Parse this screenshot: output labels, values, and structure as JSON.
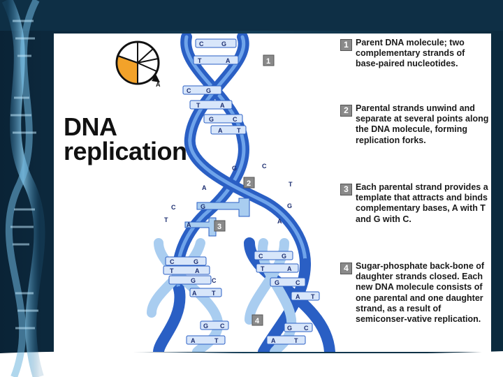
{
  "title_line1": "DNA",
  "title_line2": "replication",
  "steps": [
    {
      "num": "1",
      "text": "Parent DNA molecule; two complementary strands of base-paired nucleotides."
    },
    {
      "num": "2",
      "text": "Parental strands unwind and separate at several points along the DNA molecule, forming replication forks."
    },
    {
      "num": "3",
      "text": "Each parental strand provides a template that attracts and binds complementary bases, A with T and G with C."
    },
    {
      "num": "4",
      "text": "Sugar-phosphate back-bone of daughter strands closed. Each new DNA molecule consists of one parental and one daughter strand, as a result of semiconser-vative replication."
    }
  ],
  "base_pairs": {
    "top": [
      [
        "C",
        "G"
      ],
      [
        "T",
        "A"
      ],
      [
        "C",
        "G"
      ],
      [
        "T",
        "A"
      ],
      [
        "G",
        "C"
      ],
      [
        "A",
        "T"
      ]
    ],
    "fork_left": [
      "G",
      "A",
      "C",
      "T"
    ],
    "fork_right": [
      "C",
      "T",
      "G",
      "A"
    ],
    "free_bases": [
      "G",
      "A"
    ],
    "bottom_left": [
      [
        "C",
        "G"
      ],
      [
        "T",
        "A"
      ],
      [
        "G",
        "C"
      ],
      [
        "A",
        "T"
      ],
      [
        "G",
        "C"
      ],
      [
        "A",
        "T"
      ]
    ],
    "bottom_right": [
      [
        "C",
        "G"
      ],
      [
        "T",
        "A"
      ],
      [
        "G",
        "C"
      ],
      [
        "A",
        "T"
      ],
      [
        "G",
        "C"
      ],
      [
        "A",
        "T"
      ]
    ]
  },
  "diagram_labels": [
    "1",
    "2",
    "3",
    "4"
  ],
  "cycle_icon_letter": "A",
  "colors": {
    "parent_strand": "#2e63c9",
    "daughter_strand": "#a9cdf0",
    "background_dark": "#0c2b3f",
    "icon_fill": "#f2a22a"
  }
}
